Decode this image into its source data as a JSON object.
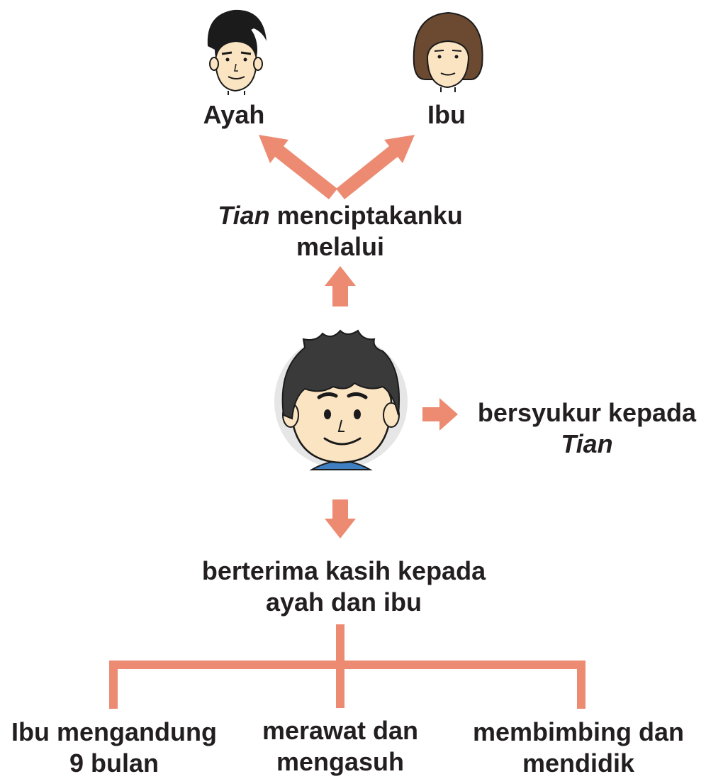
{
  "colors": {
    "arrow": "#ec8b72",
    "text": "#231f20",
    "hair_dark": "#1b1b1b",
    "hair_brown": "#6b4a31",
    "skin": "#fbe4c2",
    "shirt": "#3f7fc1",
    "circle_bg": "#e6e6e6"
  },
  "nodes": {
    "father": {
      "label": "Ayah",
      "icon": "father-face-icon"
    },
    "mother": {
      "label": "Ibu",
      "icon": "mother-face-icon"
    },
    "created": {
      "word_italic": "Tian",
      "line1_rest": " menciptakanku",
      "line2": "melalui"
    },
    "child": {
      "icon": "boy-face-icon"
    },
    "grateful": {
      "line1": "bersyukur kepada",
      "line2_italic": "Tian"
    },
    "thanks": {
      "line1": "berterima kasih kepada",
      "line2": "ayah dan ibu"
    },
    "reasons": [
      {
        "line1": "Ibu mengandung",
        "line2": "9 bulan"
      },
      {
        "line1": "merawat dan",
        "line2": "mengasuh"
      },
      {
        "line1": "membimbing dan",
        "line2": "mendidik"
      }
    ]
  }
}
